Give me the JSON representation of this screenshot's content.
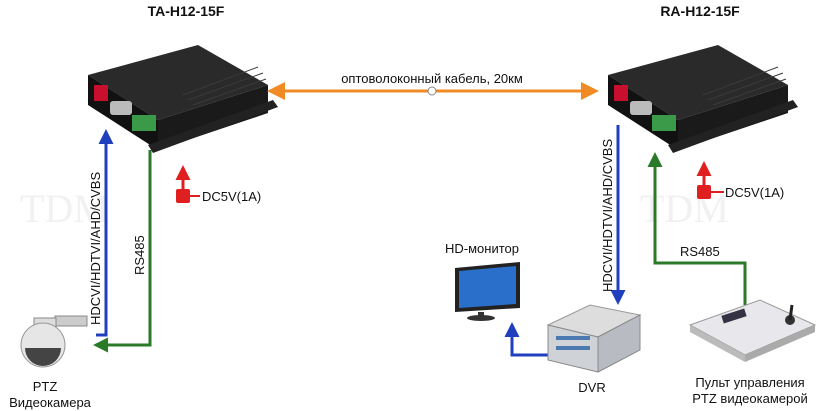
{
  "devices": {
    "transmitter": {
      "model": "TA-H12-15F"
    },
    "receiver": {
      "model": "RA-H12-15F"
    }
  },
  "links": {
    "fiber": "оптоволоконный кабель, 20км",
    "video_left": "HDCVI/HDTVI/AHD/CVBS",
    "video_right": "HDCVI/HDTVI/AHD/CVBS",
    "rs485_left": "RS485",
    "rs485_right": "RS485",
    "power_left": "DC5V(1A)",
    "power_right": "DC5V(1A)"
  },
  "endpoints": {
    "monitor": "HD-монитор",
    "dvr": "DVR",
    "camera_line1": "PTZ",
    "camera_line2": "Видеокамера",
    "controller_line1": "Пульт управления",
    "controller_line2": "PTZ видеокамерой"
  },
  "colors": {
    "fiber": "#f08a24",
    "video": "#1f3fbf",
    "rs485": "#2a7a2a",
    "power": "#e02020"
  }
}
